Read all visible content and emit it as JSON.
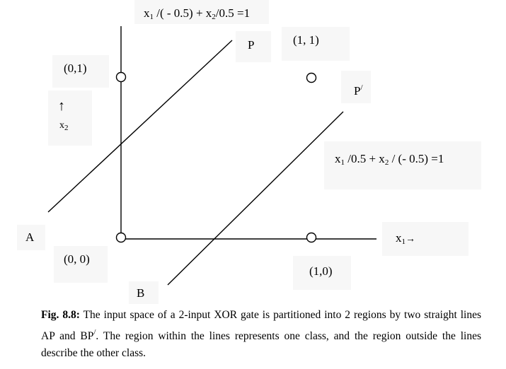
{
  "lines": {
    "line_ap_equation": {
      "pre": "x",
      "s1": "1",
      "mid1": " /( - 0.5) + x",
      "s2": "2",
      "post": "/0.5 =1"
    },
    "line_bp_equation": {
      "pre": "x",
      "s1": "1",
      "mid1": " /0.5 + x",
      "s2": "2",
      "post": " / (- 0.5) =1"
    }
  },
  "points": {
    "origin": "(0, 0)",
    "x1_point": "(1,0)",
    "x2_point": "(0,1)",
    "both_point": "(1, 1)"
  },
  "line_ends": {
    "a": "A",
    "p": "P",
    "b": "B",
    "p_prime_base": "P",
    "p_prime_sup": "/"
  },
  "axes": {
    "x1_base": "x",
    "x1_sub": "1",
    "x1_arrow": "→",
    "x2_arrow": "↑",
    "x2_base": "x",
    "x2_sub": "2"
  },
  "caption": {
    "fig_label": "Fig. 8.8:",
    "text_part1": " The input space of a 2-input XOR gate is partitioned into 2 regions by two straight lines AP and BP",
    "text_sup": "/",
    "text_part2": ".  The region within the lines represents one class, and the region outside the lines describe the other class."
  },
  "colors": {
    "ink": "#000000",
    "label_bg": "#f7f7f7"
  }
}
